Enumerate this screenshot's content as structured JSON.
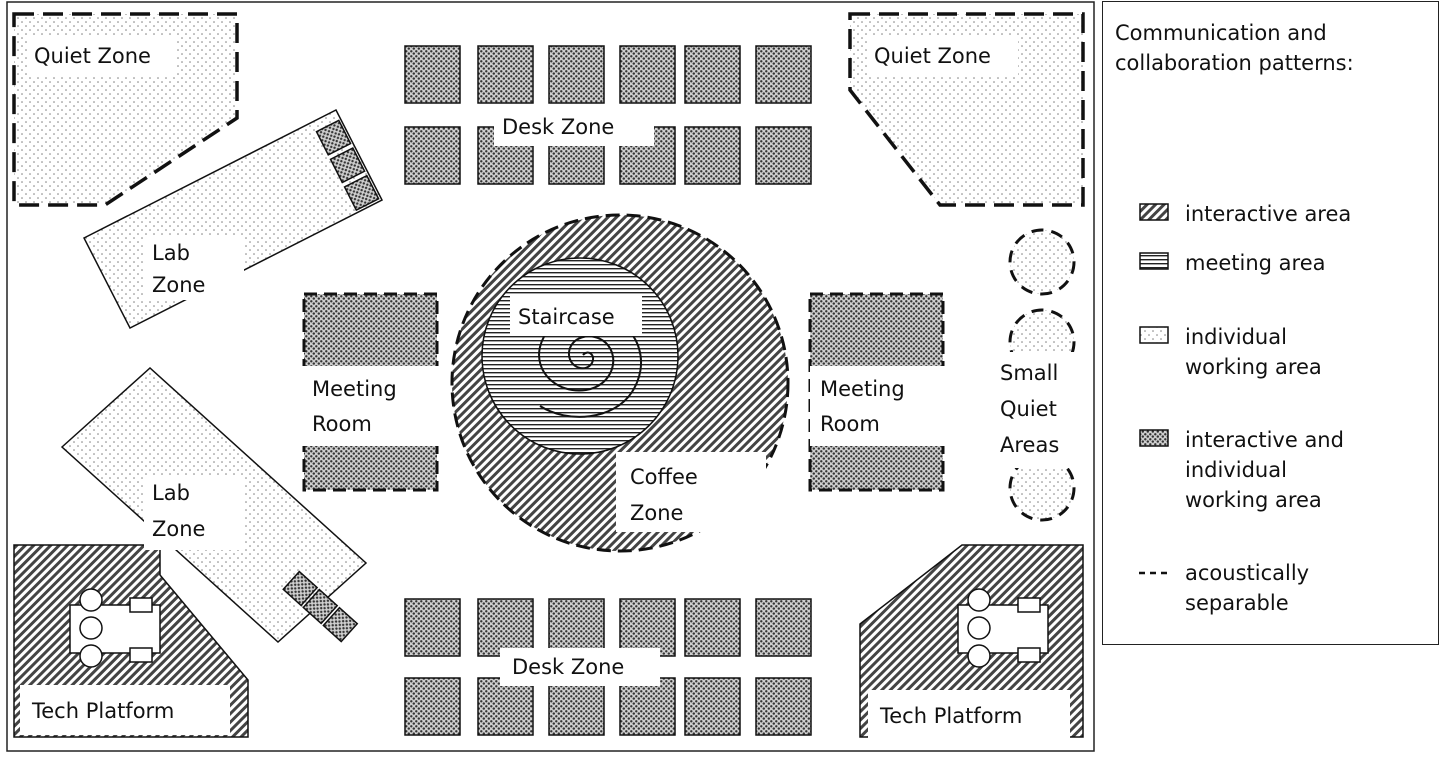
{
  "floorplan": {
    "zones": {
      "quiet_zone_left": "Quiet Zone",
      "quiet_zone_right": "Quiet Zone",
      "desk_zone_top": "Desk Zone",
      "desk_zone_bottom": "Desk Zone",
      "lab_zone_upper_line1": "Lab",
      "lab_zone_upper_line2": "Zone",
      "lab_zone_lower_line1": "Lab",
      "lab_zone_lower_line2": "Zone",
      "staircase": "Staircase",
      "coffee_line1": "Coffee",
      "coffee_line2": "Zone",
      "meeting_left_line1": "Meeting",
      "meeting_left_line2": "Room",
      "meeting_right_line1": "Meeting",
      "meeting_right_line2": "Room",
      "small_quiet_line1": "Small",
      "small_quiet_line2": "Quiet",
      "small_quiet_line3": "Areas",
      "tech_platform_left": "Tech Platform",
      "tech_platform_right": "Tech Platform"
    }
  },
  "legend": {
    "heading_line1": "Communication and",
    "heading_line2": "collaboration patterns:",
    "items": [
      {
        "pattern": "diagonal-hatch",
        "line1": "interactive area",
        "line2": "",
        "line3": ""
      },
      {
        "pattern": "horizontal-lines",
        "line1": "meeting area",
        "line2": "",
        "line3": ""
      },
      {
        "pattern": "fine-dots",
        "line1": "individual",
        "line2": "working area",
        "line3": ""
      },
      {
        "pattern": "dense-dots",
        "line1": "interactive and",
        "line2": "individual",
        "line3": "working area"
      },
      {
        "pattern": "dashed-line",
        "line1": "acoustically",
        "line2": "separable",
        "line3": ""
      }
    ]
  }
}
